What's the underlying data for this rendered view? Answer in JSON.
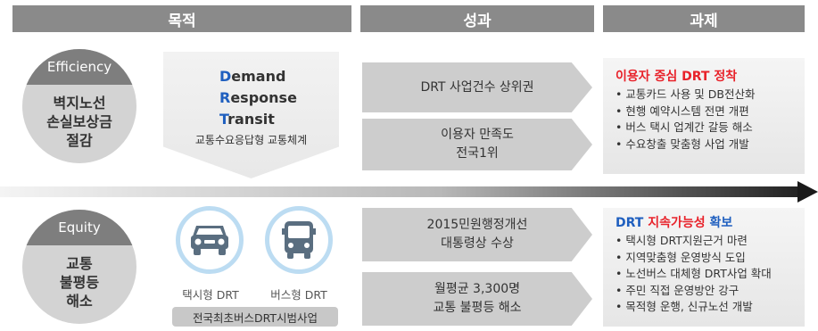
{
  "headers": {
    "purpose": "목적",
    "results": "성과",
    "tasks": "과제"
  },
  "efficiency": {
    "label": "Efficiency",
    "text": "벽지노선\n손실보상금\n절감"
  },
  "equity": {
    "label": "Equity",
    "text": "교통\n불평등\n해소"
  },
  "drt": {
    "demand": {
      "first": "D",
      "rest": "emand"
    },
    "response": {
      "first": "R",
      "rest": "esponse"
    },
    "transit": {
      "first": "T",
      "rest": "ransit"
    },
    "subtitle": "교통수요응답형 교통체계"
  },
  "vehicles": {
    "taxi_label": "택시형 DRT",
    "bus_label": "버스형 DRT",
    "pilot_label": "전국최초버스DRT시범사업"
  },
  "outcomes": [
    "DRT 사업건수 상위권",
    "이용자 만족도\n전국1위",
    "2015민원행정개선\n대통령상 수상",
    "월평균 3,300명\n교통 불평등 해소"
  ],
  "task_top": {
    "title_red": "이용자 중심 DRT 정착",
    "items": [
      "• 교통카드 사용 및 DB전산화",
      "• 현행 예약시스템 전면 개편",
      "• 버스 택시 업계간 갈등 해소",
      "• 수요창출 맞춤형 사업 개발"
    ]
  },
  "task_bottom": {
    "title_blue1": "DRT ",
    "title_red": "지속가능성",
    "title_blue2": " 확보",
    "items": [
      "• 택시형 DRT지원근거 마련",
      "• 지역맞춤형 운영방식 도입",
      "• 노선버스 대체형 DRT사업 확대",
      "• 주민 직접 운영방안 강구",
      "• 목적형 운행, 신규노선 개발"
    ]
  },
  "colors": {
    "header": "#8a8a8a",
    "blue": "#1f5fbf",
    "red": "#e8222a",
    "ring": "#bcdcf2",
    "vehicle": "#5a6e80"
  },
  "icons": [
    "car-icon",
    "bus-icon"
  ]
}
